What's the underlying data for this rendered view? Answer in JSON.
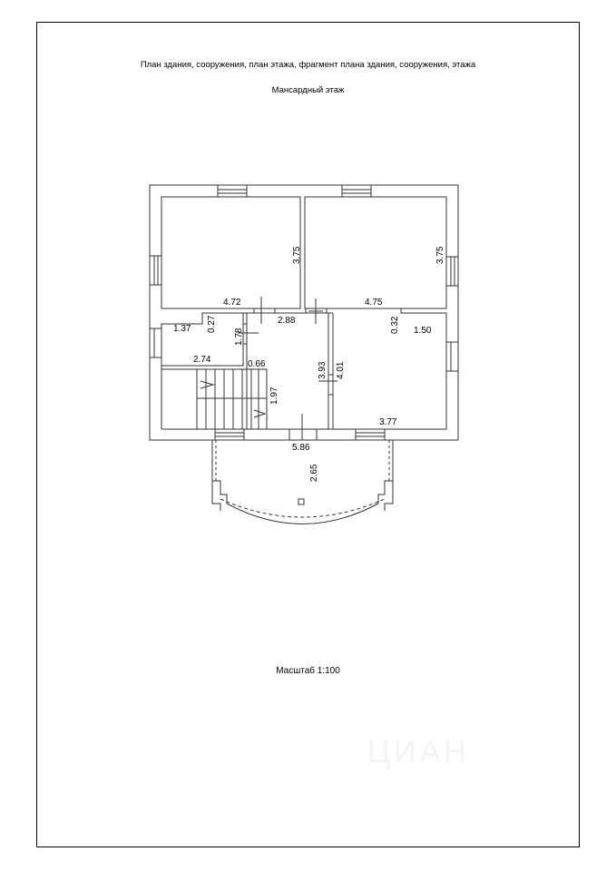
{
  "document": {
    "title": "План здания, сооружения, план этажа, фрагмент плана здания, сооружения, этажа",
    "floor": "Мансардный этаж",
    "scale": "Масштаб 1:100",
    "watermark": "ЦИАН"
  },
  "dimensions": {
    "room1_height": "3.75",
    "room2_height": "3.75",
    "room1_width": "4.72",
    "room2_width": "4.75",
    "corridor_width": "2.88",
    "small_room_width": "1.37",
    "small_offset": "0.27",
    "small_door": "1.78",
    "right_offset": "0.32",
    "right_width": "1.50",
    "small_room_bottom": "2.74",
    "stair_gap": "0.66",
    "corridor_len1": "3.93",
    "corridor_len2": "4.01",
    "stair_len": "1.97",
    "right_bottom": "3.77",
    "front_width": "5.86",
    "balcony_depth": "2.65"
  }
}
